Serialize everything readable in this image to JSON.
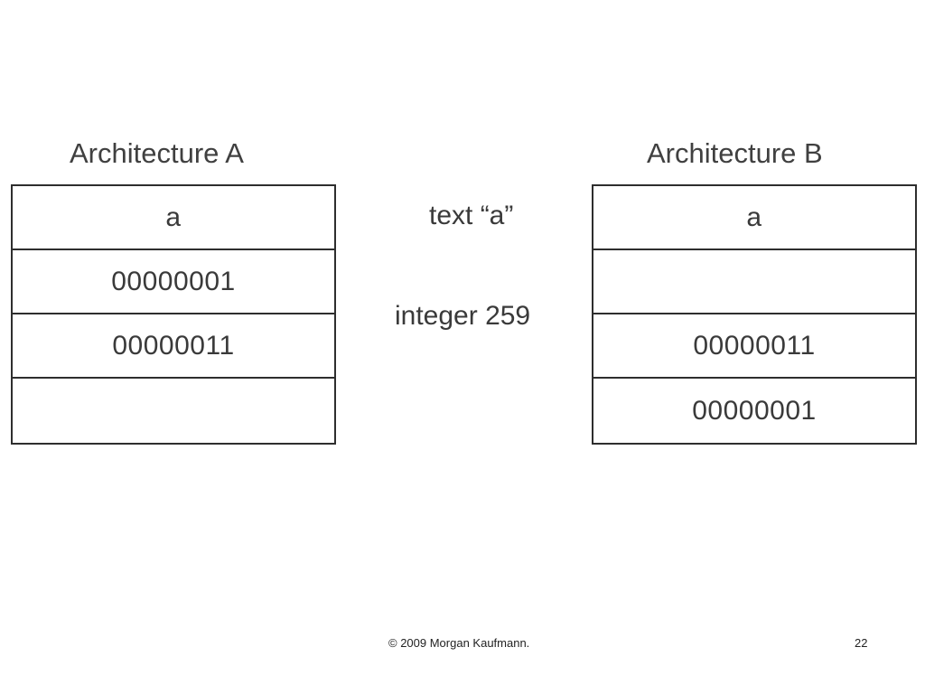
{
  "architecture_a": {
    "title": "Architecture A",
    "cells": [
      "a",
      "00000001",
      "00000011",
      ""
    ]
  },
  "architecture_b": {
    "title": "Architecture B",
    "cells": [
      "a",
      "",
      "00000011",
      "00000001"
    ]
  },
  "labels": {
    "text": "text “a”",
    "integer": "integer 259"
  },
  "footer": {
    "copyright": "© 2009 Morgan Kaufmann.",
    "page_number": "22"
  }
}
